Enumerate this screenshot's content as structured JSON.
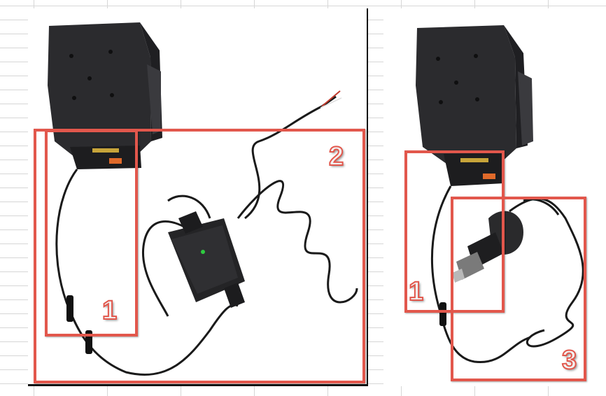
{
  "callouts": {
    "left_holder_cable": "1",
    "left_hardwired_charger": "2",
    "right_holder_cable": "1",
    "right_cigarette_charger": "3"
  },
  "colors": {
    "callout_red": "#e2574c",
    "holder_body": "#2b2b2e",
    "cable": "#1a1a1a",
    "led": "#2ecc40"
  },
  "icons": [
    "phone-holder-icon",
    "cable-icon",
    "charger-box-icon",
    "car-adapter-icon"
  ]
}
